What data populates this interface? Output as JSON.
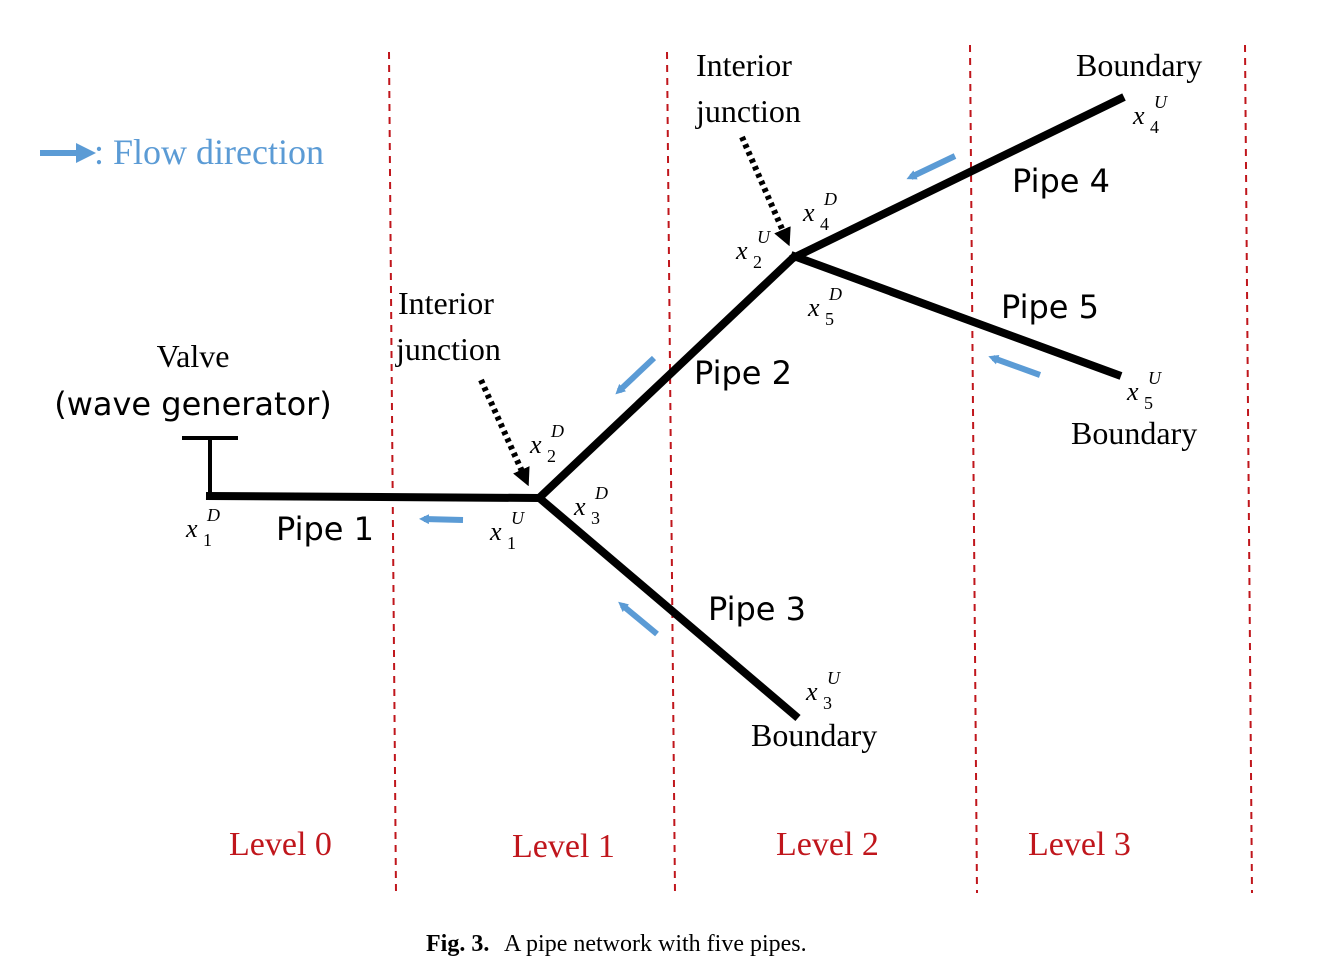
{
  "legend": {
    "symbol_label": ": Flow direction",
    "color": "#5b9bd5"
  },
  "colors": {
    "level_line": "#c0161c",
    "flow_arrow": "#5b9bd5",
    "pipe": "#000000"
  },
  "valve": {
    "line1": "Valve",
    "line2": "(wave generator)"
  },
  "interior_junction_1": {
    "line1": "Interior",
    "line2": "junction"
  },
  "interior_junction_2": {
    "line1": "Interior",
    "line2": "junction"
  },
  "pipes": {
    "pipe1": "Pipe 1",
    "pipe2": "Pipe 2",
    "pipe3": "Pipe 3",
    "pipe4": "Pipe 4",
    "pipe5": "Pipe 5"
  },
  "boundaries": {
    "b3": "Boundary",
    "b4": "Boundary",
    "b5": "Boundary"
  },
  "nodes": {
    "x1D": {
      "sym": "x",
      "sup": "D",
      "sub": "1"
    },
    "x1U": {
      "sym": "x",
      "sup": "U",
      "sub": "1"
    },
    "x2D": {
      "sym": "x",
      "sup": "D",
      "sub": "2"
    },
    "x2U": {
      "sym": "x",
      "sup": "U",
      "sub": "2"
    },
    "x3D": {
      "sym": "x",
      "sup": "D",
      "sub": "3"
    },
    "x3U": {
      "sym": "x",
      "sup": "U",
      "sub": "3"
    },
    "x4D": {
      "sym": "x",
      "sup": "D",
      "sub": "4"
    },
    "x4U": {
      "sym": "x",
      "sup": "U",
      "sub": "4"
    },
    "x5D": {
      "sym": "x",
      "sup": "D",
      "sub": "5"
    },
    "x5U": {
      "sym": "x",
      "sup": "U",
      "sub": "5"
    }
  },
  "levels": {
    "level0": "Level 0",
    "level1": "Level 1",
    "level2": "Level 2",
    "level3": "Level 3"
  },
  "caption": {
    "label": "Fig. 3.",
    "text": "A pipe network with five pipes."
  }
}
